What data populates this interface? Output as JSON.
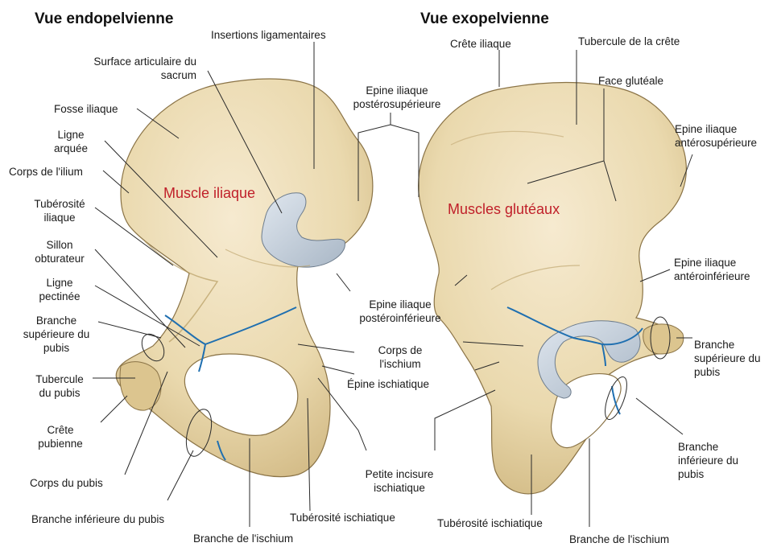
{
  "titles": {
    "left": "Vue endopelvienne",
    "right": "Vue exopelvienne"
  },
  "muscles": {
    "left": "Muscle iliaque",
    "right": "Muscles glutéaux"
  },
  "labels": {
    "insertions_ligamentaires": "Insertions ligamentaires",
    "surface_articulaire_sacrum": "Surface articulaire du\nsacrum",
    "fosse_iliaque": "Fosse iliaque",
    "ligne_arquee": "Ligne\narquée",
    "corps_ilium": "Corps de l'ilium",
    "tuberosite_iliaque": "Tubérosité\niliaque",
    "sillon_obturateur": "Sillon\nobturateur",
    "ligne_pectinee": "Ligne\npectinée",
    "branche_sup_pubis_left": "Branche\nsupérieure du\npubis",
    "tubercule_pubis": "Tubercule\ndu pubis",
    "crete_pubienne": "Crête\npubienne",
    "corps_pubis": "Corps du pubis",
    "branche_inf_pubis_left": "Branche inférieure du pubis",
    "branche_ischium_left": "Branche de l'ischium",
    "tuberosite_ischiatique_left": "Tubérosité ischiatique",
    "petite_incisure": "Petite incisure\nischiatique",
    "epine_ischiatique": "Épine ischiatique",
    "corps_ischium": "Corps de\nl'ischium",
    "epine_post_inf": "Epine iliaque\npostéroinférieure",
    "epine_post_sup": "Epine iliaque\npostérosupérieure",
    "crete_iliaque": "Crête iliaque",
    "tubercule_crete": "Tubercule de la crête",
    "face_glutéale": "Face glutéale",
    "epine_ant_sup": "Epine iliaque\nantérosupérieure",
    "epine_ant_inf": "Epine iliaque\nantéroinférieure",
    "branche_sup_pubis_right": "Branche\nsupérieure du\npubis",
    "branche_inf_pubis_right": "Branche\ninférieure du\npubis",
    "branche_ischium_right": "Branche de l'ischium",
    "tuberosite_ischiatique_right": "Tubérosité ischiatique"
  },
  "colors": {
    "bone_fill": "#ecdcb2",
    "bone_shadow": "#c9b07a",
    "bone_outline": "#8a7346",
    "cartilage": "#c8d2dc",
    "suture_lines": "#1f6fb0",
    "leader_lines": "#2a2a2a",
    "muscle_text": "#c0202a"
  }
}
